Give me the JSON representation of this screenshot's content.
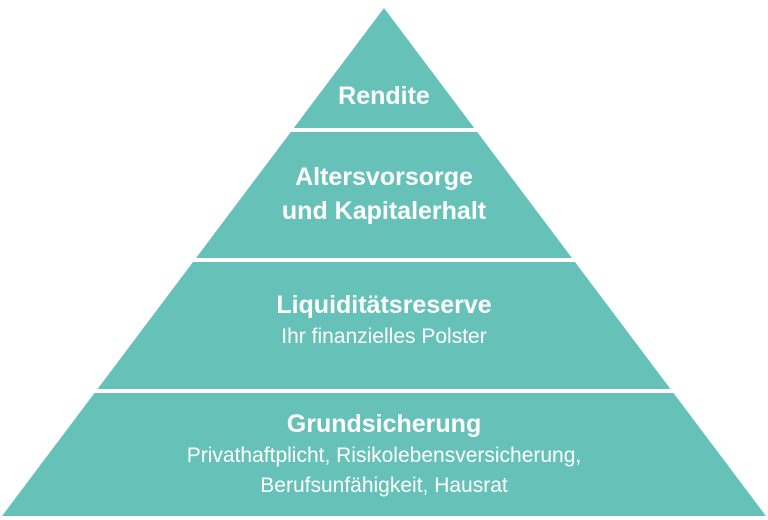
{
  "colors": {
    "fill": "#66c2b8",
    "divider": "#ffffff",
    "text": "#ffffff"
  },
  "pyramid": {
    "layers": [
      {
        "title": "Rendite",
        "subtitle": []
      },
      {
        "title": "Altersvorsorge",
        "title_line2": "und Kapitalerhalt",
        "subtitle": []
      },
      {
        "title": "Liquiditätsreserve",
        "subtitle": [
          "Ihr finanzielles Polster"
        ]
      },
      {
        "title": "Grundsicherung",
        "subtitle": [
          "Privathaftplicht, Risikolebensversicherung,",
          "Berufsunfähigkeit, Hausrat"
        ]
      }
    ]
  }
}
